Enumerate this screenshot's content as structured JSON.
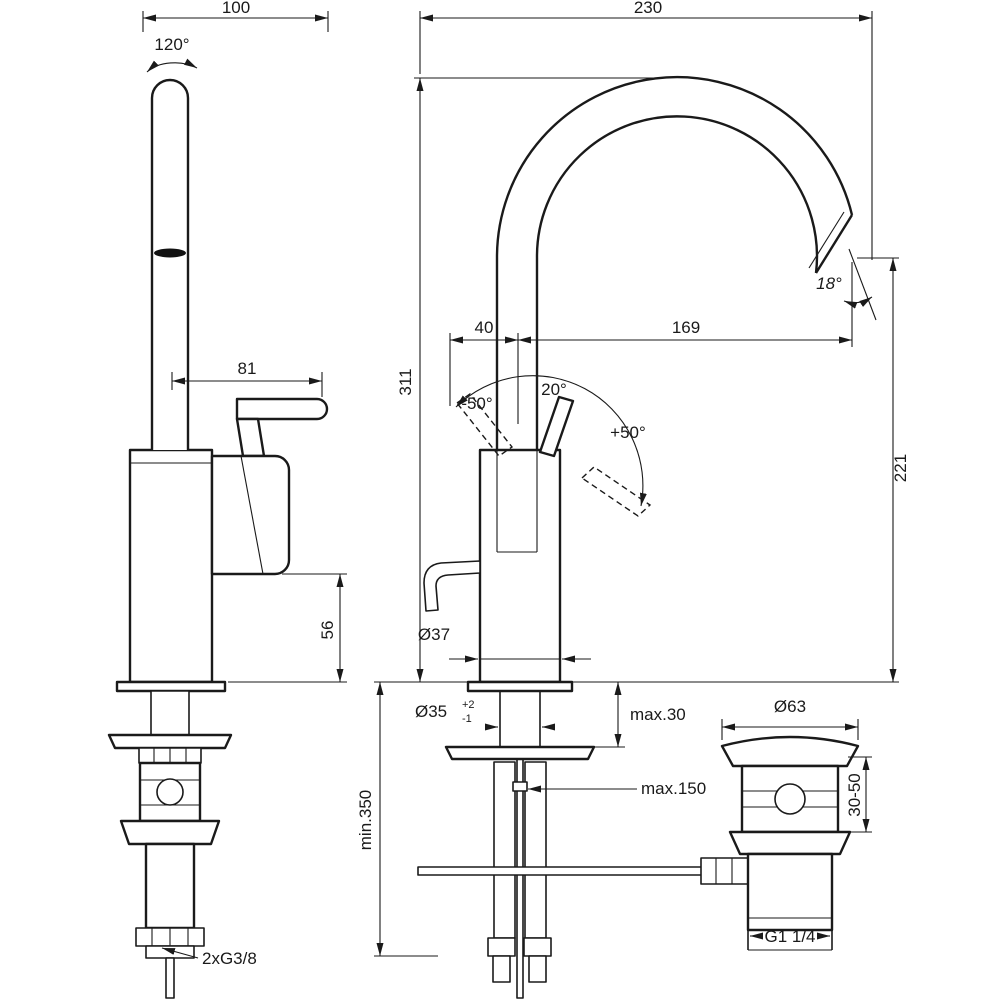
{
  "drawing": {
    "background": "#ffffff",
    "line_color": "#1a1a1a",
    "views": {
      "side": {
        "width_top": "100",
        "swivel_angle": "120°",
        "handle_reach": "81",
        "body_clearance": "56",
        "supply_thread": "2xG3/8"
      },
      "front": {
        "overall_depth": "230",
        "outlet_angle": "18°",
        "axis_offset": "40",
        "spout_reach": "169",
        "overall_height": "311",
        "outlet_height": "221",
        "handle_swing_left": "-50°",
        "handle_tilt": "20°",
        "handle_swing_right": "+50°",
        "body_diameter": "Ø37",
        "hole_diameter": "Ø35",
        "hole_tol_upper": "+2",
        "hole_tol_lower": "-1",
        "deck_thickness": "max.30",
        "rod_length": "max.150",
        "hose_length": "min.350",
        "waste_flange_diameter": "Ø63",
        "waste_adjust_range": "30-50",
        "waste_thread": "G1 1/4"
      }
    }
  }
}
